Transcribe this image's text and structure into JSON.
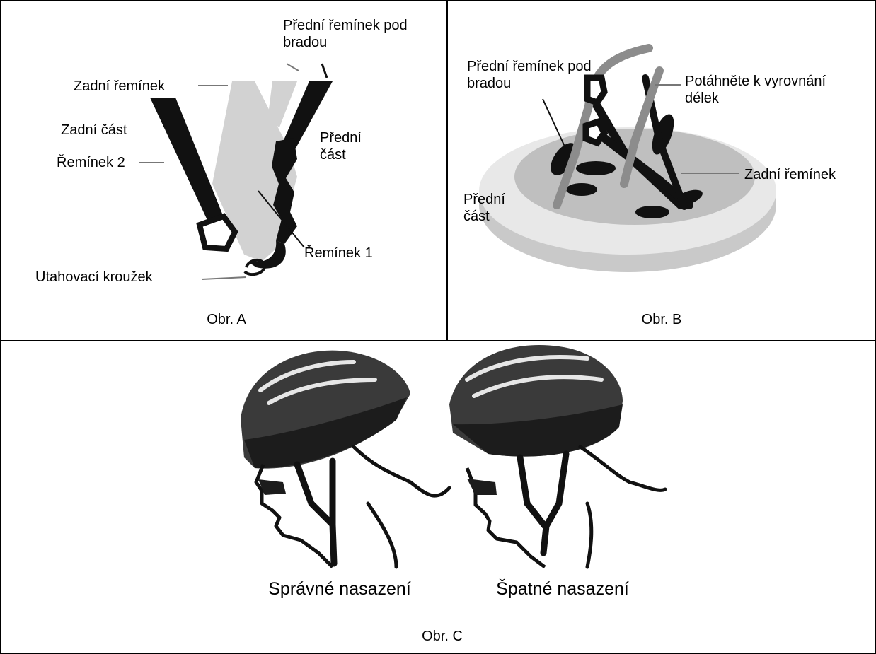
{
  "figure_a": {
    "caption": "Obr. A",
    "labels": {
      "front_chin_strap": "Přední řemínek pod bradou",
      "rear_strap": "Zadní řemínek",
      "rear_part": "Zadní část",
      "strap_2": "Řemínek 2",
      "front_part": "Přední část",
      "strap_1": "Řemínek 1",
      "tightening_ring": "Utahovací kroužek"
    }
  },
  "figure_b": {
    "caption": "Obr. B",
    "labels": {
      "front_chin_strap": "Přední řemínek pod bradou",
      "pull_to_equalize": "Potáhněte k vyrovnání délek",
      "rear_strap": "Zadní řemínek",
      "front_part": "Přední část"
    }
  },
  "figure_c": {
    "caption": "Obr. C",
    "correct_fit": "Správné nasazení",
    "wrong_fit": "Špatné nasazení"
  },
  "colors": {
    "border": "#000000",
    "dark_strap": "#111111",
    "light_strap": "#cfcfcf",
    "mid_strap": "#8c8c8c",
    "helmet_shell": "#3a3a3a",
    "helmet_base": "#d9d9d9"
  }
}
